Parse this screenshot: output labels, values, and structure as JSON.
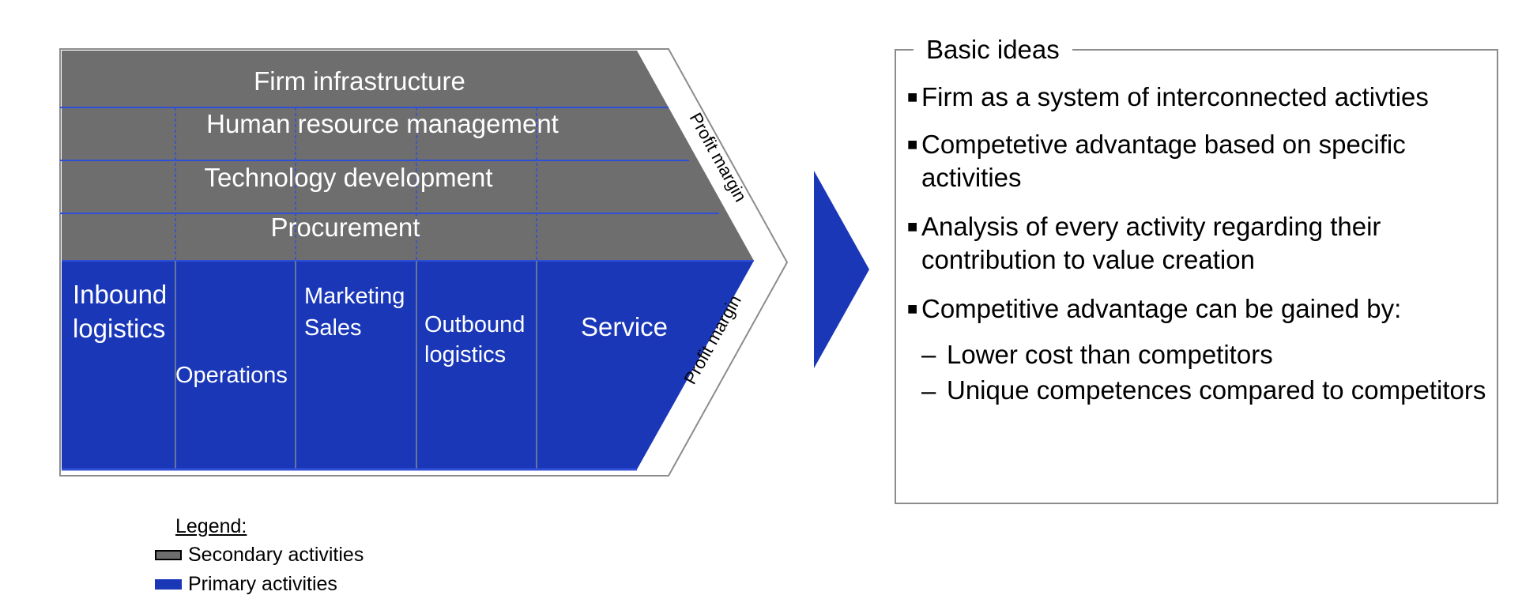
{
  "value_chain": {
    "secondary_activities": [
      "Firm infrastructure",
      "Human resource management",
      "Technology development",
      "Procurement"
    ],
    "primary_activities": [
      [
        "Inbound",
        "logistics"
      ],
      [
        "Operations"
      ],
      [
        "Marketing",
        "Sales"
      ],
      [
        "Outbound",
        "logistics"
      ],
      [
        "Service"
      ]
    ],
    "margin_label": "Profit margin",
    "colors": {
      "secondary": "#6e6e6e",
      "primary": "#1a37b8",
      "divider": "#2f4fd8",
      "arrow": "#1a37b8"
    }
  },
  "legend": {
    "title": "Legend:",
    "secondary_label": "Secondary activities",
    "primary_label": "Primary activities"
  },
  "ideas": {
    "title": "Basic ideas",
    "items": [
      "Firm as a system of interconnected activties",
      "Competetive advantage based on specific activities",
      "Analysis of every activity regarding their contribution to value creation",
      "Competitive advantage can be gained by:"
    ],
    "sub_items": [
      "Lower cost than competitors",
      "Unique competences compared to competitors"
    ],
    "bullet_icon": "square-bullet-icon",
    "dash_icon": "dash-icon"
  }
}
